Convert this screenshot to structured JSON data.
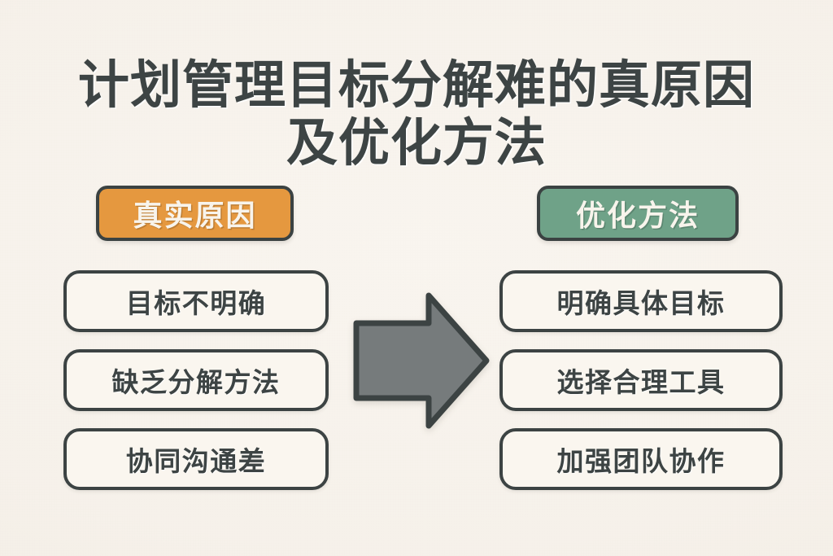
{
  "page": {
    "background_color": "#f7f3ec",
    "ink_color": "#3d4444"
  },
  "title": {
    "full": "计划管理目标分解难的真原因及优化方法",
    "line1": "计划管理目标分解难的真原因",
    "line2": "及优化方法"
  },
  "columns": {
    "causes": {
      "header_label": "真实原因",
      "header_color": "#e5983f",
      "items": [
        {
          "label": "目标不明确"
        },
        {
          "label": "缺乏分解方法"
        },
        {
          "label": "协同沟通差"
        }
      ]
    },
    "solutions": {
      "header_label": "优化方法",
      "header_color": "#6fa288",
      "items": [
        {
          "label": "明确具体目标"
        },
        {
          "label": "选择合理工具"
        },
        {
          "label": "加强团队协作"
        }
      ]
    }
  },
  "connector": {
    "icon": "arrow-right-icon",
    "direction": "right",
    "fill_color": "#767b7c",
    "stroke_color": "#3c4343"
  }
}
